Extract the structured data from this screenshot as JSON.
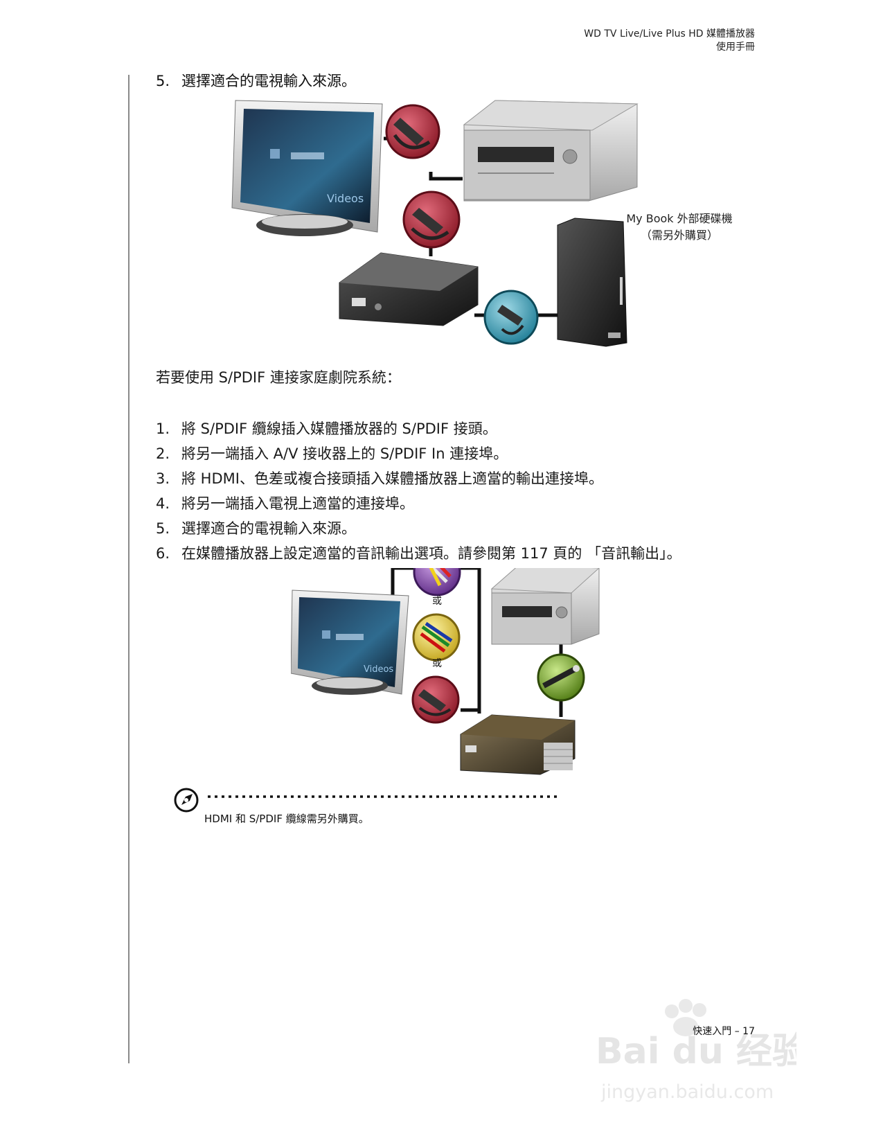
{
  "header": {
    "line1": "WD TV Live/Live Plus HD 媒體播放器",
    "line2": "使用手冊"
  },
  "top_step": {
    "num": "5.",
    "text": "選擇適合的電視輸入來源。"
  },
  "figure1": {
    "tv_screen_text": "Videos",
    "drive_label_line1": "My Book 外部硬碟機",
    "drive_label_line2": "（需另外購買）"
  },
  "section_intro": "若要使用 S/PDIF 連接家庭劇院系統：",
  "steps": [
    {
      "num": "1.",
      "text": "將 S/PDIF 纜線插入媒體播放器的 S/PDIF 接頭。"
    },
    {
      "num": "2.",
      "text": "將另一端插入 A/V 接收器上的 S/PDIF In 連接埠。"
    },
    {
      "num": "3.",
      "text": "將 HDMI、色差或複合接頭插入媒體播放器上適當的輸出連接埠。"
    },
    {
      "num": "4.",
      "text": "將另一端插入電視上適當的連接埠。"
    },
    {
      "num": "5.",
      "text": "選擇適合的電視輸入來源。"
    },
    {
      "num": "6.",
      "text": "在媒體播放器上設定適當的音訊輸出選項。請參閱第 117 頁的 「音訊輸出」。"
    }
  ],
  "figure2": {
    "tv_screen_text": "Videos",
    "or_label_1": "或",
    "or_label_2": "或"
  },
  "note": {
    "text": "HDMI 和 S/PDIF 纜線需另外購買。"
  },
  "footer": {
    "text": "快速入門 – 17"
  },
  "watermark": {
    "line1": "Bai du 经验",
    "line2": "jingyan.baidu.com"
  }
}
